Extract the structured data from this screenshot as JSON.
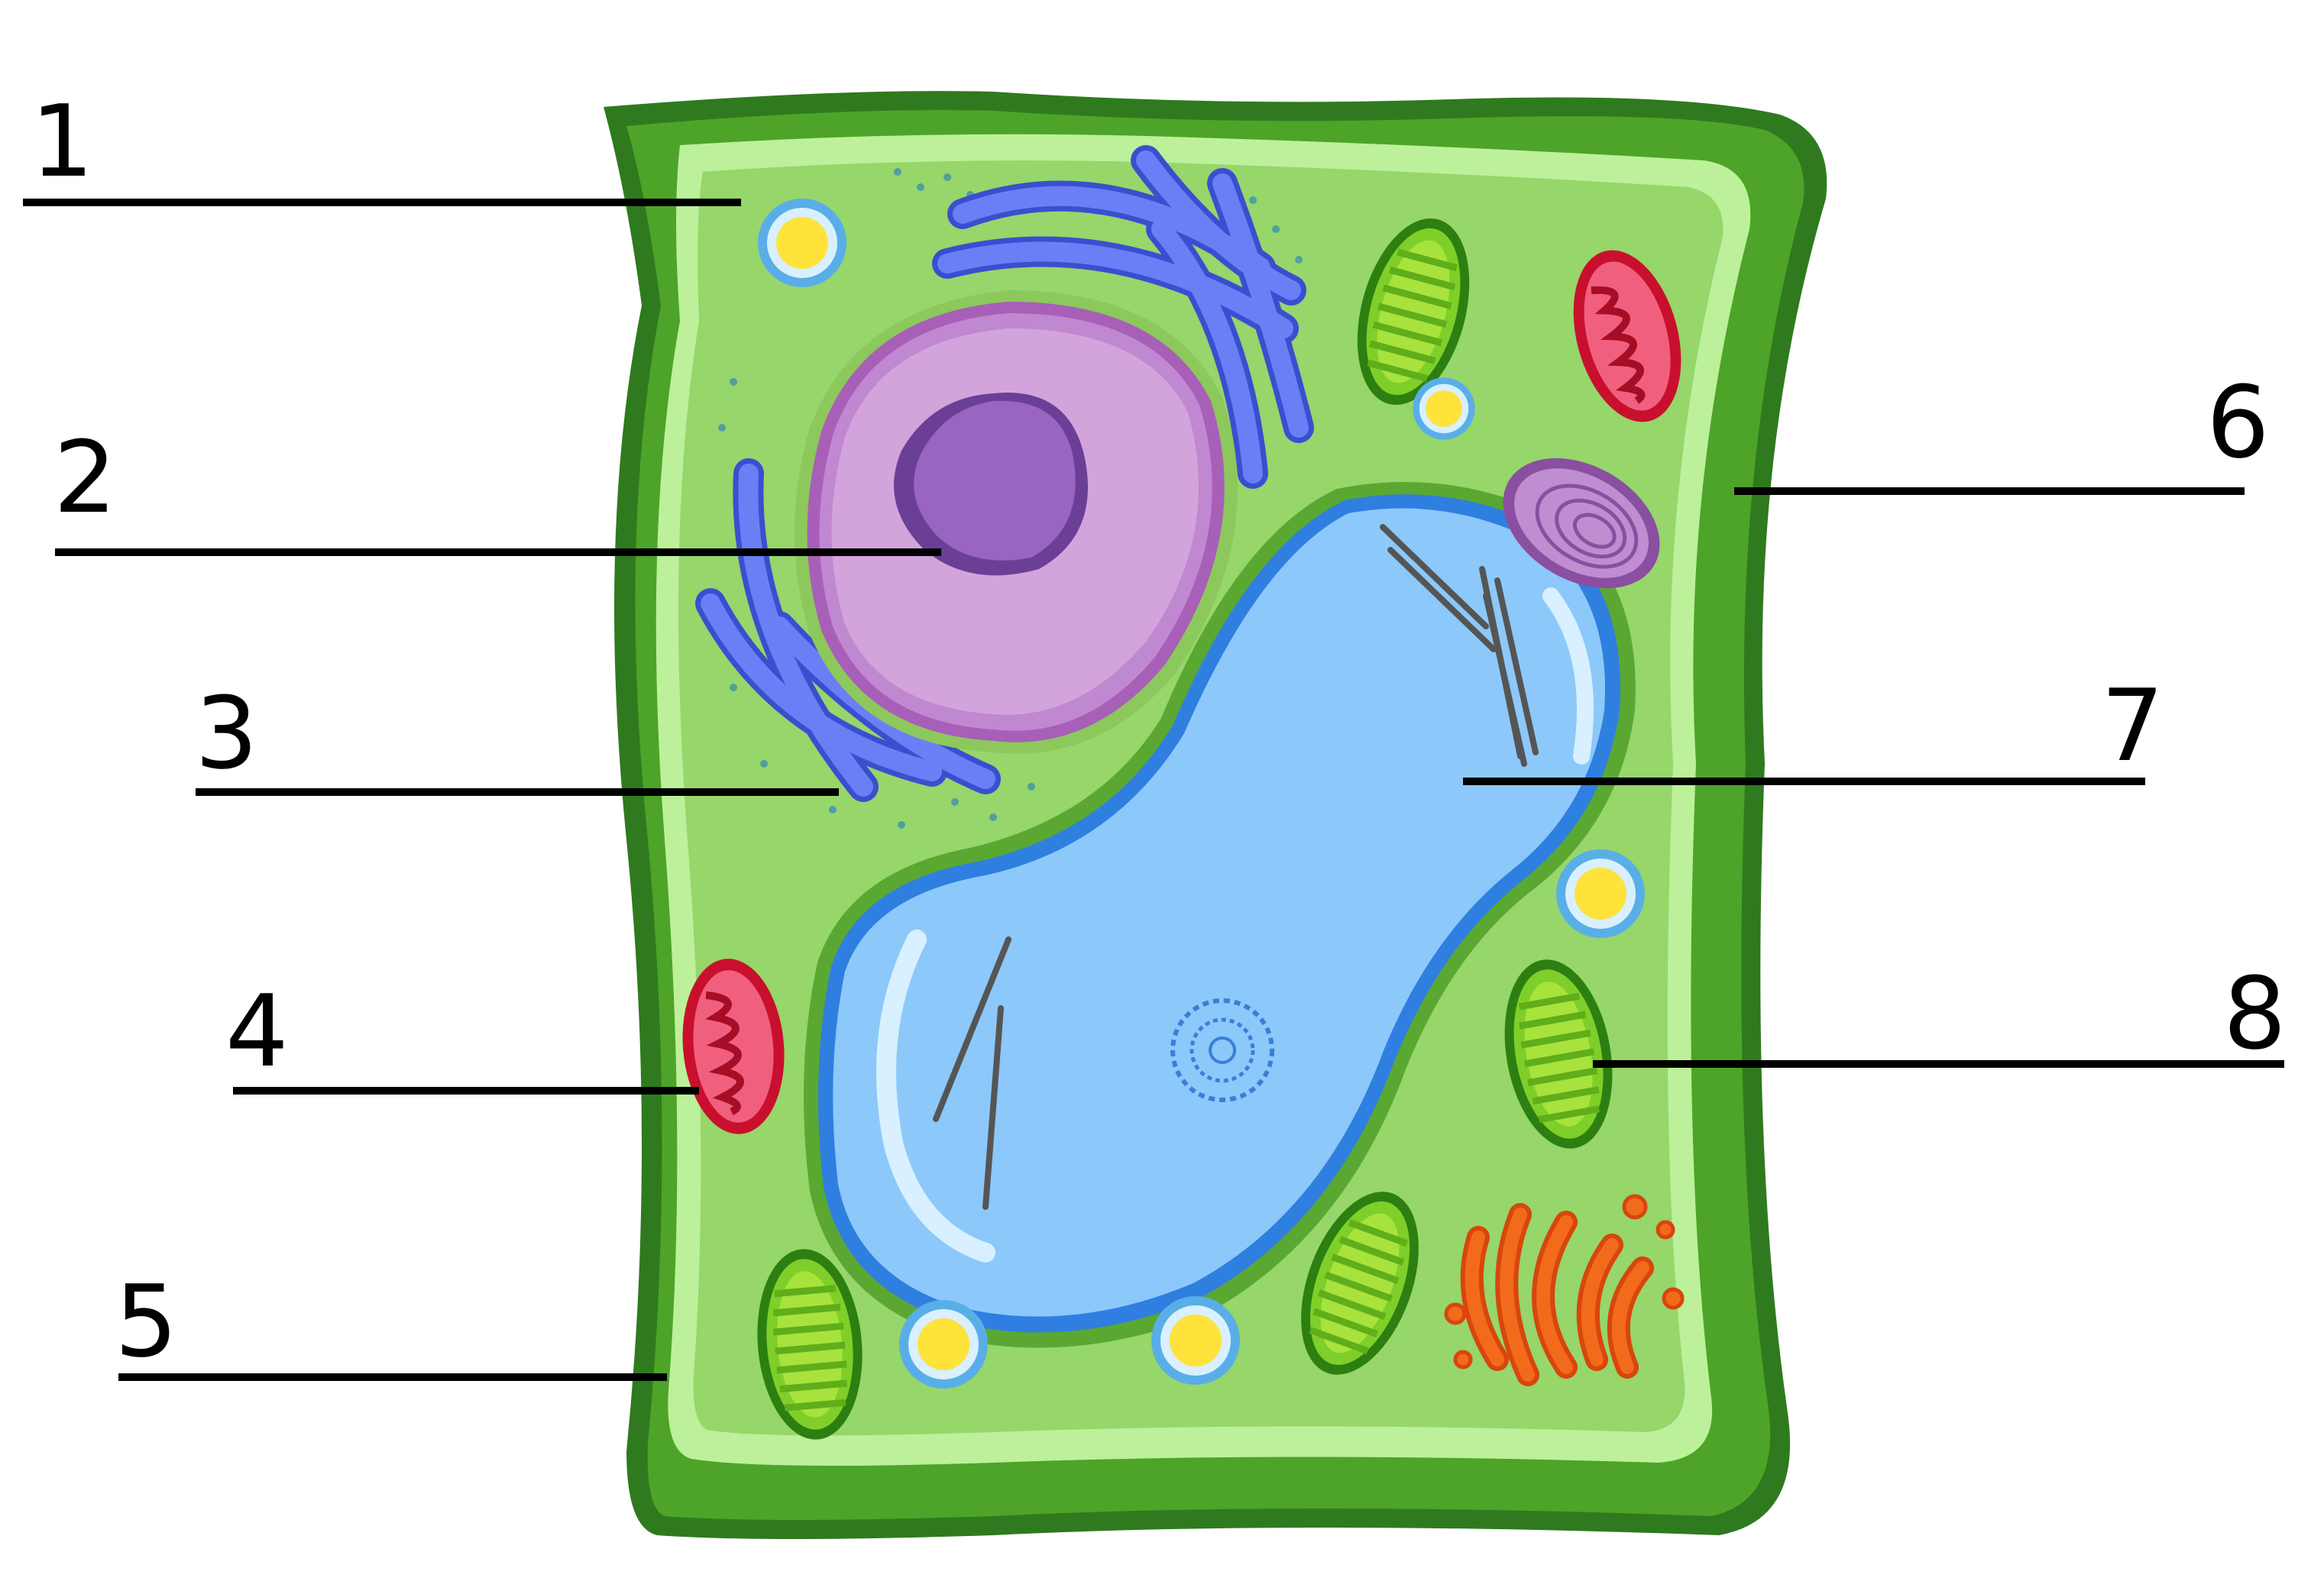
{
  "labels": [
    "1",
    "2",
    "3",
    "4",
    "5",
    "6",
    "7",
    "8"
  ],
  "colors": {
    "cell_wall": "#2f7a1e",
    "cell_membrane": "#b9ec8e",
    "cytoplasm": "#96d66a",
    "nucleus_envelope": "#c17fd0",
    "nucleolus": "#9a5cc0",
    "golgi_er": "#5a6ff0",
    "vacuole": "#8cc8fa",
    "mitochondria": "#d41f3a",
    "chloroplast": "#6fc21c",
    "vesicle": "#ffe23a",
    "smooth_er": "#f26a1c"
  },
  "icons": {
    "nucleus": "nucleus-icon",
    "vacuole": "vacuole-icon",
    "mitochondrion": "mitochondrion-icon",
    "chloroplast": "chloroplast-icon",
    "golgi": "golgi-apparatus-icon"
  }
}
